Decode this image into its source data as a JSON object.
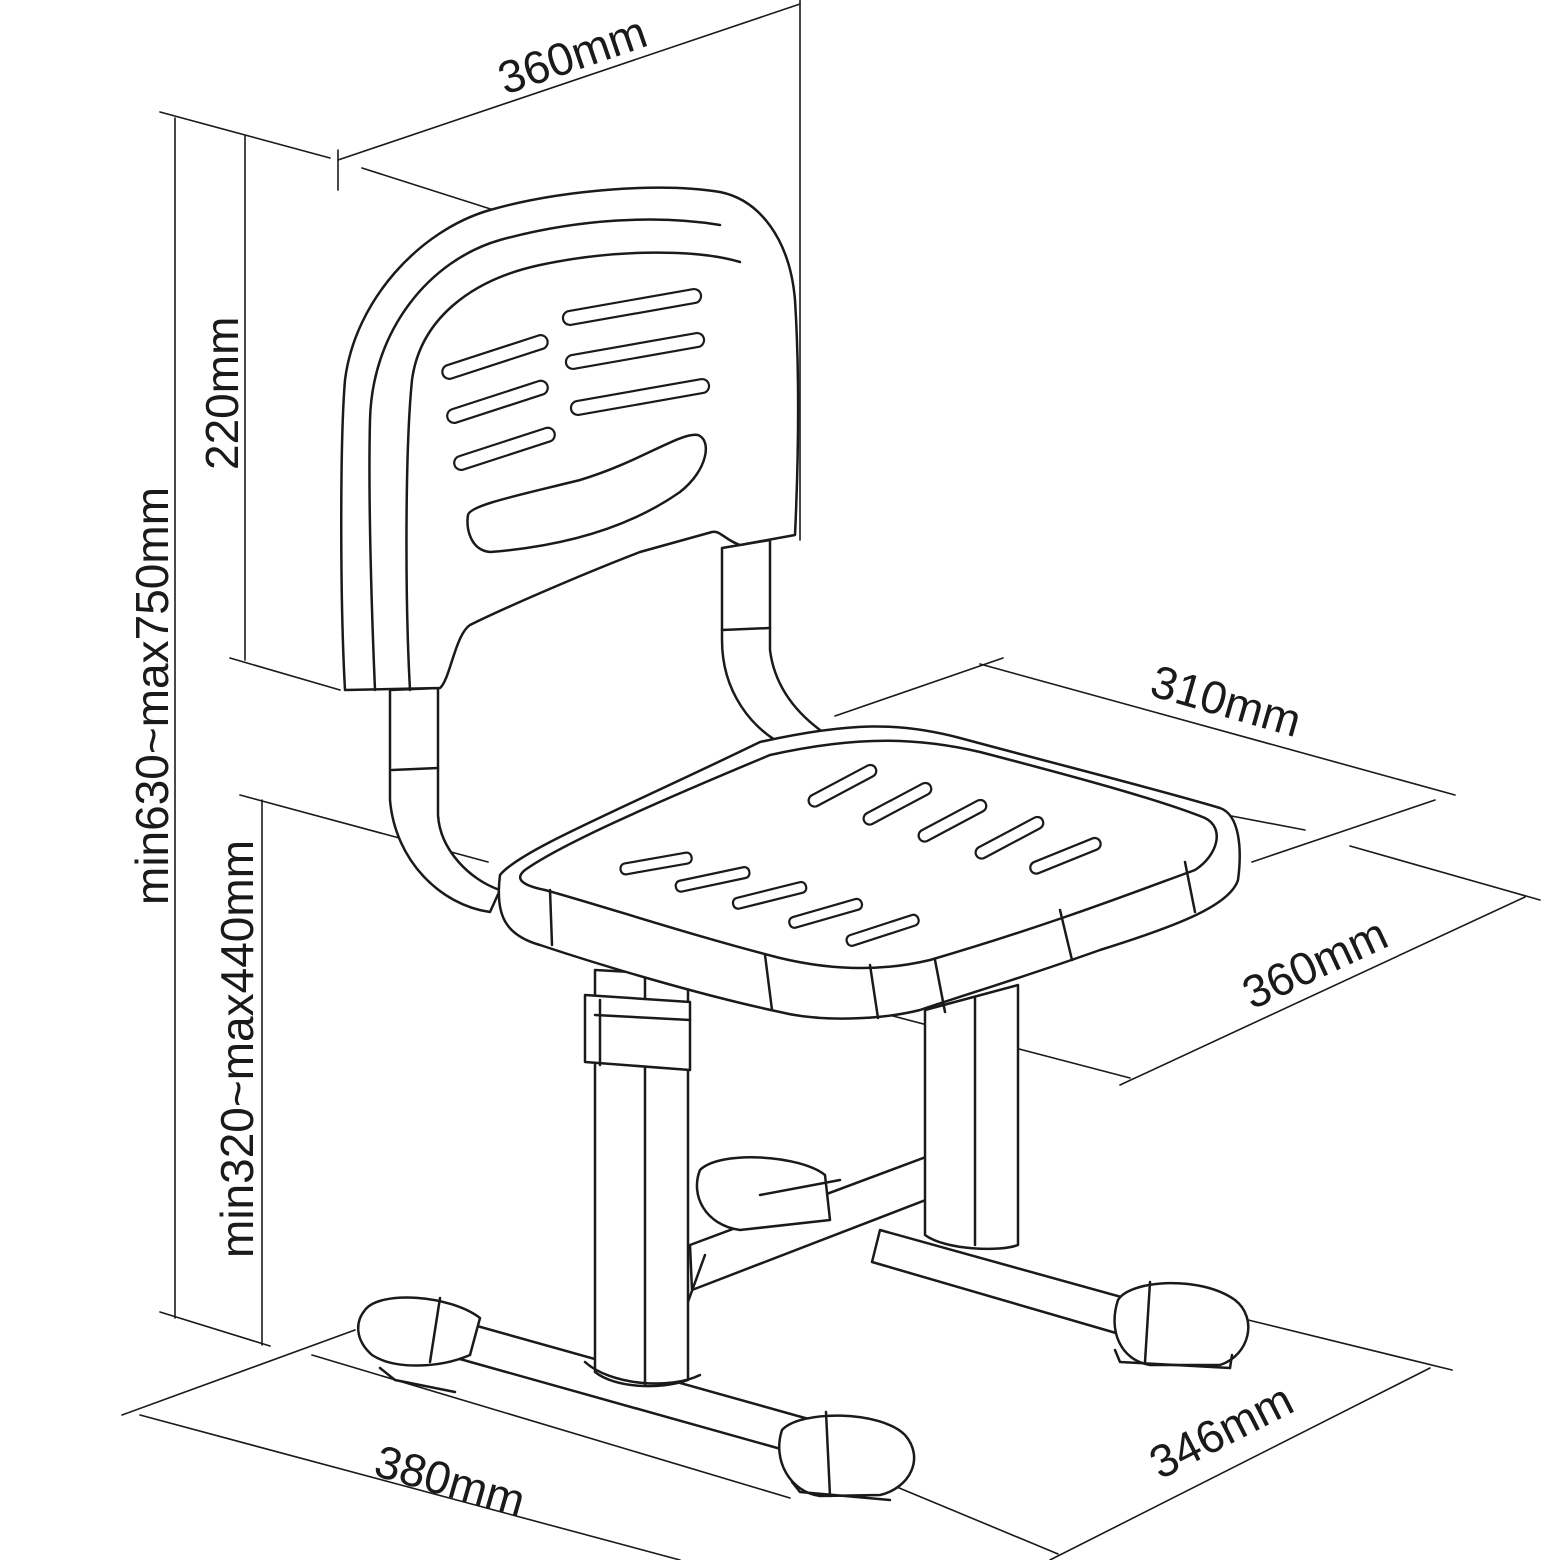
{
  "dimensions": {
    "backrest_width": "360mm",
    "backrest_height": "220mm",
    "total_height": "min630~max750mm",
    "seat_height": "min320~max440mm",
    "seat_depth": "310mm",
    "seat_width": "360mm",
    "base_width": "380mm",
    "base_depth": "346mm"
  },
  "colors": {
    "line": "#1a1a1a",
    "background": "#ffffff"
  }
}
